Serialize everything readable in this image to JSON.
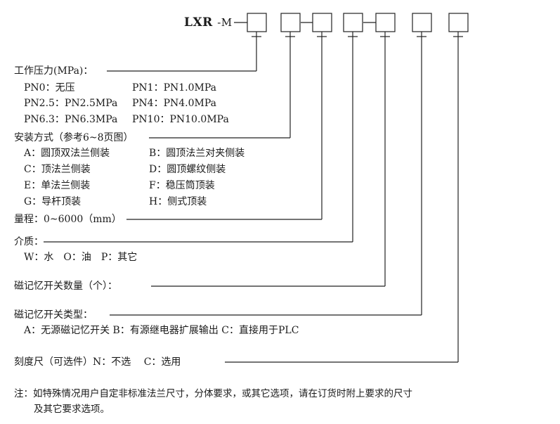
{
  "model": {
    "prefix": "LXR",
    "suffix": "-M"
  },
  "pressure": {
    "title": "工作压力(MPa)：",
    "rows": [
      [
        "PN0：无压",
        "PN1：PN1.0MPa"
      ],
      [
        "PN2.5：PN2.5MPa",
        "PN4：PN4.0MPa"
      ],
      [
        "PN6.3：PN6.3MPa",
        "PN10：PN10.0MPa"
      ]
    ]
  },
  "mount": {
    "title": "安装方式（参考6~8页图）",
    "rows": [
      [
        "A：圆顶双法兰侧装",
        "B：圆顶法兰对夹侧装"
      ],
      [
        "C：顶法兰侧装",
        "D：圆顶螺纹侧装"
      ],
      [
        "E：单法兰侧装",
        "F：稳压筒顶装"
      ],
      [
        "G：导杆顶装",
        "H：侧式顶装"
      ]
    ]
  },
  "range": {
    "title": "量程：0~6000（mm）"
  },
  "medium": {
    "title": "介质：",
    "options": "W：水　O：油　P：其它"
  },
  "switch_count": {
    "title": "磁记忆开关数量（个）："
  },
  "switch_type": {
    "title": "磁记忆开关类型：",
    "options": "A：无源磁记忆开关  B：有源继电器扩展输出  C：直接用于PLC"
  },
  "scale": {
    "title": "刻度尺（可选件）N：不选　 C：选用"
  },
  "note": {
    "line1": "注：如特殊情况用户自定非标准法兰尺寸，分体要求，或其它选项，请在订货时附上要求的尺寸",
    "line2": "及其它要求选项。"
  }
}
